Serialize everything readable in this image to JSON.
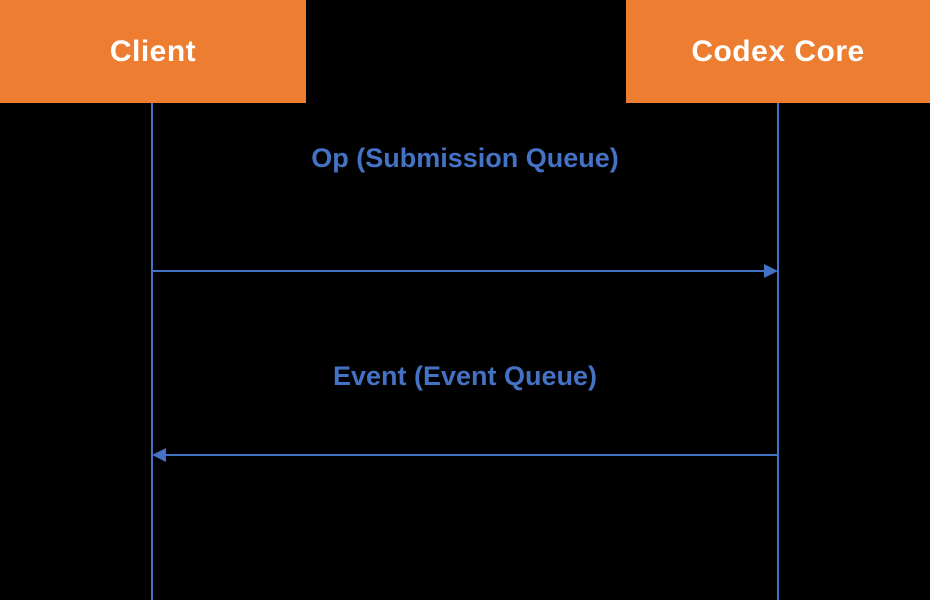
{
  "diagram": {
    "type": "sequence-diagram",
    "participants": [
      {
        "label": "Client"
      },
      {
        "label": "Codex Core"
      }
    ],
    "messages": [
      {
        "label": "Op (Submission Queue)",
        "from": "Client",
        "to": "Codex Core",
        "direction": "right"
      },
      {
        "label": "Event (Event Queue)",
        "from": "Codex Core",
        "to": "Client",
        "direction": "left"
      }
    ],
    "colors": {
      "background": "#000000",
      "participant_fill": "#ED7D31",
      "participant_text": "#FFFFFF",
      "line": "#4472C4",
      "label_text": "#4472C4"
    }
  }
}
